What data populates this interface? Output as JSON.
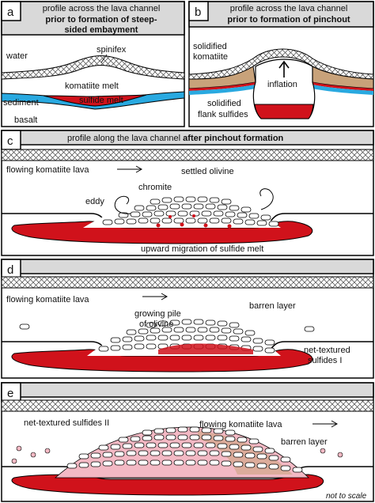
{
  "colors": {
    "header_gray": "#d9d9d9",
    "sulfide_red": "#d0121b",
    "sediment_blue": "#29a9e0",
    "komatiite_brown": "#c8a27a",
    "pink_sulfide": "#f3b9c4",
    "olivine_fill": "#ffffff"
  },
  "panel_a": {
    "tag": "a",
    "header_line1": "profile across the lava channel",
    "header_line2": "prior to formation of steep-",
    "header_line3": "sided embayment",
    "water": "water",
    "spinifex": "spinifex",
    "komatiite_melt": "komatiite melt",
    "sediment": "sediment",
    "sulfide_melt": "sulfide melt",
    "basalt": "basalt"
  },
  "panel_b": {
    "tag": "b",
    "header_line1": "profile across the lava channel",
    "header_line2": "prior to formation of pinchout",
    "solidified_komatiite_1": "solidified",
    "solidified_komatiite_2": "komatiite",
    "inflation": "inflation",
    "flank_1": "solidified",
    "flank_2": "flank sulfides"
  },
  "panel_c": {
    "tag": "c",
    "header_plain": "profile along the lava channel ",
    "header_bold": "after pinchout formation",
    "flowing": "flowing komatiite lava",
    "settled_olivine": "settled olivine",
    "chromite": "chromite",
    "eddy": "eddy",
    "upward": "upward migration of sulfide melt"
  },
  "panel_d": {
    "tag": "d",
    "flowing": "flowing komatiite lava",
    "barren": "barren layer",
    "growing_1": "growing pile",
    "growing_2": "of olivine",
    "net_1": "net-textured",
    "net_2": "sulfides I"
  },
  "panel_e": {
    "tag": "e",
    "net2": "net-textured sulfides II",
    "flowing": "flowing komatiite lava",
    "barren": "barren layer",
    "not_to_scale": "not to scale"
  }
}
